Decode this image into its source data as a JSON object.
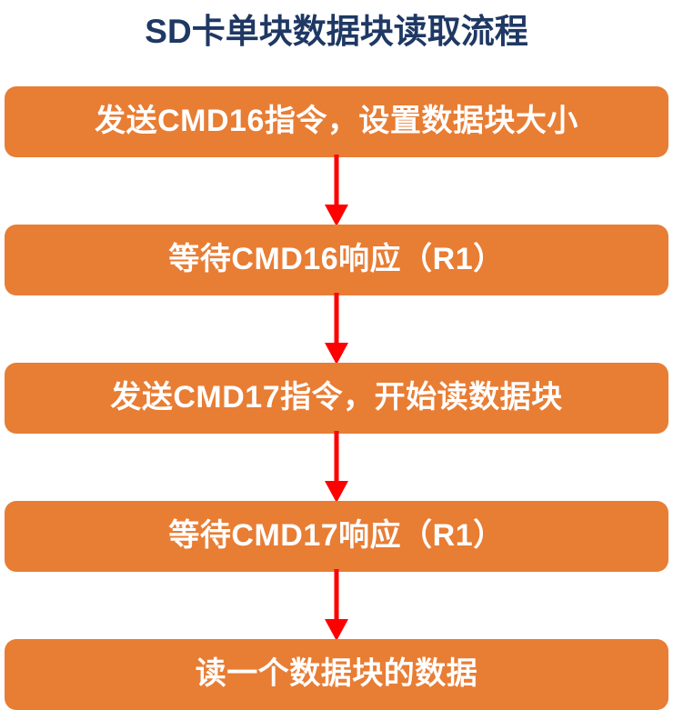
{
  "title": "SD卡单块数据块读取流程",
  "colors": {
    "title_text": "#1F3864",
    "node_fill": "#E87D34",
    "node_text": "#FFFFFF",
    "arrow": "#FF0000",
    "background": "#FFFFFF"
  },
  "chart_data": {
    "type": "diagram",
    "diagram_kind": "flowchart",
    "title": "SD卡单块数据块读取流程",
    "orientation": "vertical-top-to-bottom",
    "nodes": [
      {
        "id": "n1",
        "label": "发送CMD16指令，设置数据块大小",
        "shape": "rounded-rectangle"
      },
      {
        "id": "n2",
        "label": "等待CMD16响应（R1）",
        "shape": "rounded-rectangle"
      },
      {
        "id": "n3",
        "label": "发送CMD17指令，开始读数据块",
        "shape": "rounded-rectangle"
      },
      {
        "id": "n4",
        "label": "等待CMD17响应（R1）",
        "shape": "rounded-rectangle"
      },
      {
        "id": "n5",
        "label": "读一个数据块的数据",
        "shape": "rounded-rectangle"
      }
    ],
    "edges": [
      {
        "from": "n1",
        "to": "n2",
        "style": "solid-arrow",
        "label": ""
      },
      {
        "from": "n2",
        "to": "n3",
        "style": "solid-arrow",
        "label": ""
      },
      {
        "from": "n3",
        "to": "n4",
        "style": "solid-arrow",
        "label": ""
      },
      {
        "from": "n4",
        "to": "n5",
        "style": "solid-arrow",
        "label": ""
      }
    ]
  },
  "nodes": [
    {
      "label": "发送CMD16指令，设置数据块大小"
    },
    {
      "label": "等待CMD16响应（R1）"
    },
    {
      "label": "发送CMD17指令，开始读数据块"
    },
    {
      "label": "等待CMD17响应（R1）"
    },
    {
      "label": "读一个数据块的数据"
    }
  ]
}
